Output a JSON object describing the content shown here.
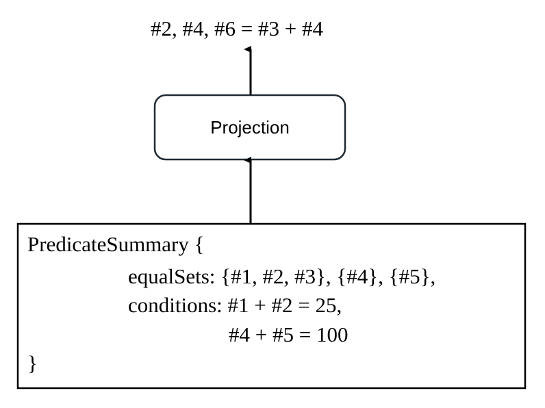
{
  "output_label": "#2, #4, #6 = #3 + #4",
  "projection_node": {
    "label": "Projection"
  },
  "predicate_summary": {
    "header": "PredicateSummary {",
    "equal_sets_line": "equalSets: {#1, #2, #3}, {#4}, {#5},",
    "conditions_line_1": "conditions: #1 + #2 = 25,",
    "conditions_line_2": "#4 + #5 = 100",
    "closing": "}"
  },
  "colors": {
    "stroke": "#000000",
    "node_stroke": "#1f2a33",
    "background": "#ffffff"
  }
}
